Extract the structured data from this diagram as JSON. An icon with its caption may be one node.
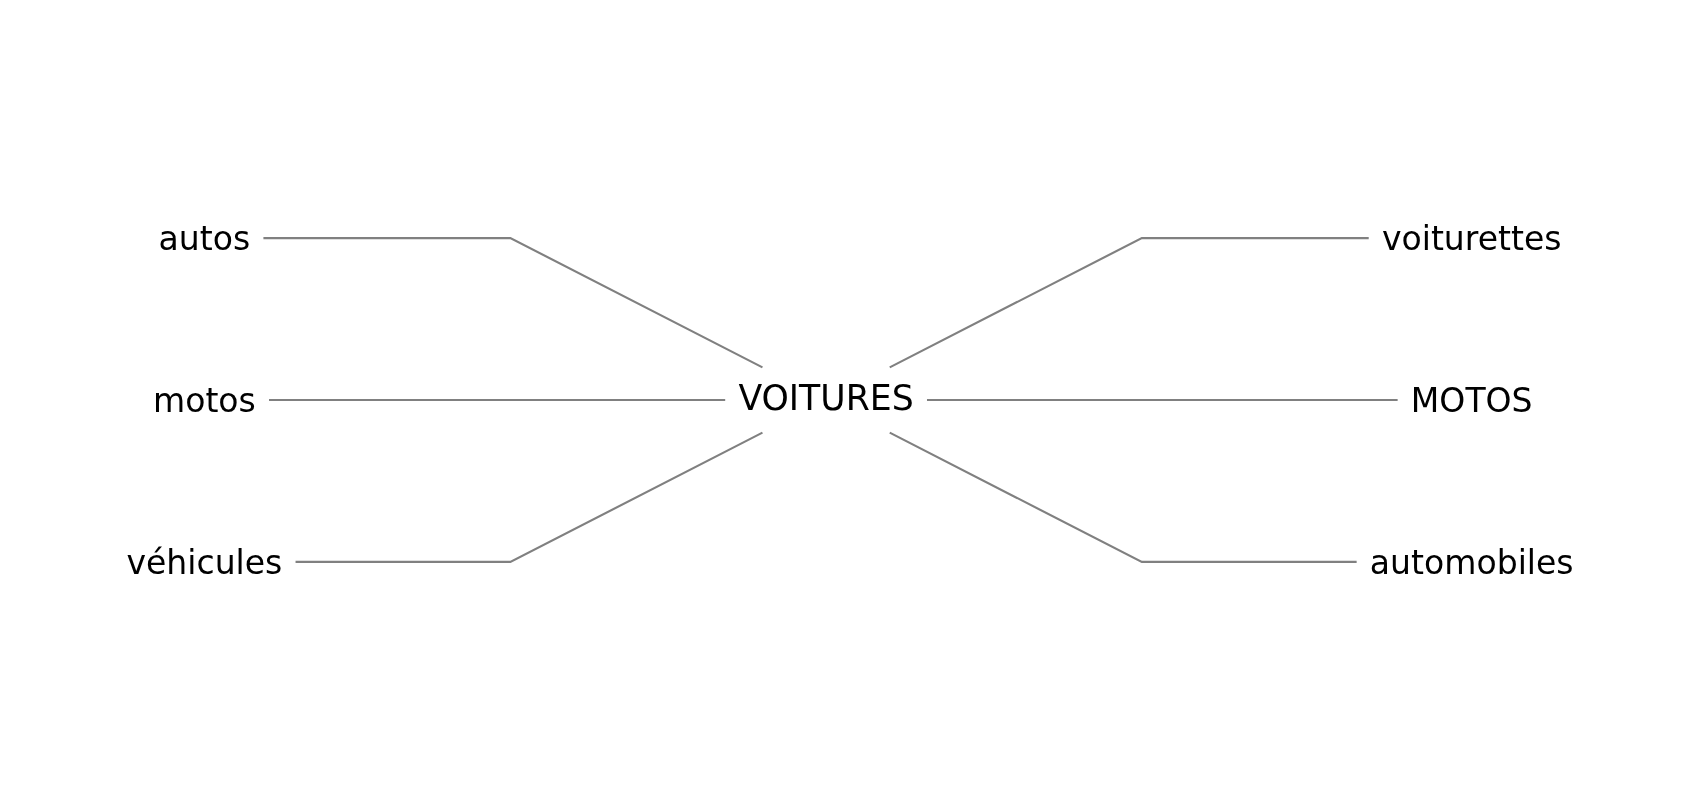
{
  "diagram": {
    "nodes": [
      {
        "text": [
          "autos"
        ]
      },
      {
        "text": [
          "voiturettes"
        ]
      },
      {
        "text": [
          "motos"
        ]
      },
      {
        "text": [
          "VOITURES"
        ]
      },
      {
        "text": [
          "MOTOS"
        ]
      },
      {
        "text": [
          "véhicules"
        ]
      },
      {
        "text": [
          "automobiles"
        ]
      }
    ],
    "edges": [
      {
        "from": 0,
        "to": 3,
        "arrow": "none"
      },
      {
        "from": 2,
        "to": 3,
        "arrow": "none"
      },
      {
        "from": 5,
        "to": 3,
        "arrow": "none"
      },
      {
        "from": 3,
        "to": 1,
        "arrow": "none"
      },
      {
        "from": 3,
        "to": 4,
        "arrow": "none"
      },
      {
        "from": 3,
        "to": 6,
        "arrow": "none"
      }
    ]
  }
}
